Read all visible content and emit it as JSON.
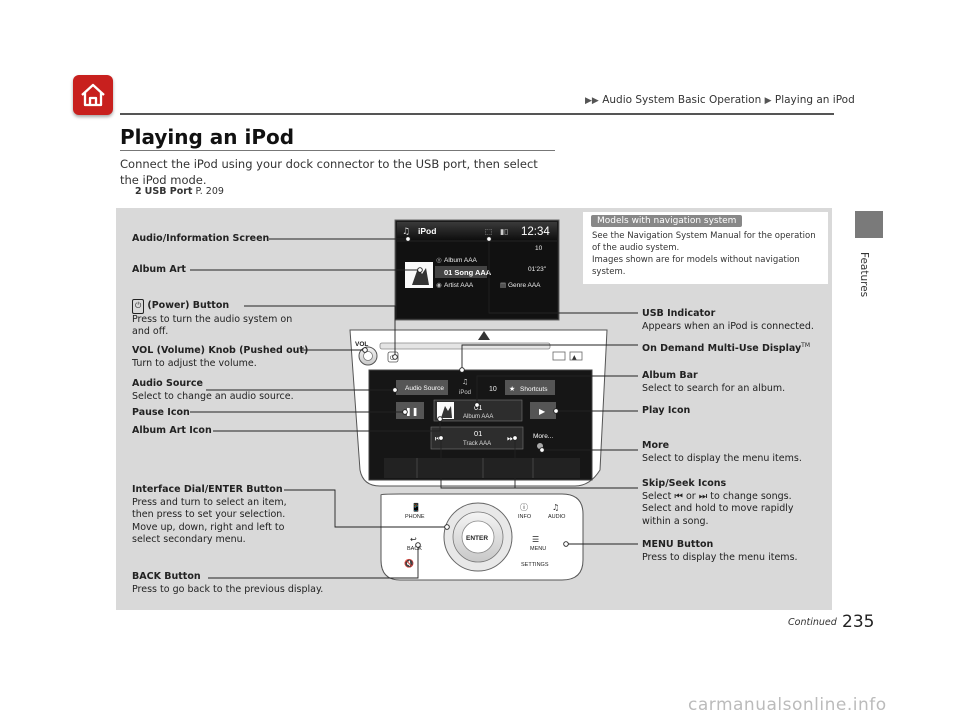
{
  "header": {
    "breadcrumb": [
      "Audio System Basic Operation",
      "Playing an iPod"
    ],
    "section_tab_label": "Features"
  },
  "page": {
    "title": "Playing an iPod",
    "intro": "Connect the iPod using your dock connector to the USB port, then select the iPod mode.",
    "xref_icon": "2",
    "xref_label": "USB Port",
    "xref_page": "P. 209",
    "continued": "Continued",
    "page_number": "235"
  },
  "nav_note": {
    "badge": "Models with navigation system",
    "text": "See the Navigation System Manual for the operation of the audio system.",
    "text2": "Images shown are for models without navigation system."
  },
  "screen": {
    "mode": "iPod",
    "clock": "12:34",
    "album": "Album AAA",
    "song": "01 Song AAA",
    "artist": "Artist AAA",
    "count": "10",
    "time": "01'23\"",
    "genre": "Genre AAA"
  },
  "console": {
    "vol": "VOL",
    "audio_source_btn": "Audio Source",
    "ipod_small": "iPod",
    "shortcuts_btn": "Shortcuts",
    "count": "10",
    "album_num": "01",
    "album_name": "Album AAA",
    "track_num": "01",
    "track_name": "Track AAA",
    "more_btn": "More...",
    "phone": "PHONE",
    "info": "INFO",
    "audio": "AUDIO",
    "enter": "ENTER",
    "back": "BACK",
    "menu": "MENU",
    "settings": "SETTINGS"
  },
  "labels_left": {
    "audio_info_screen": "Audio/Information Screen",
    "album_art": "Album Art",
    "power_title": "(Power) Button",
    "power_desc1": "Press to turn the audio system on",
    "power_desc2": "and off.",
    "vol_title": "VOL (Volume) Knob (Pushed out)",
    "vol_desc": "Turn to adjust the volume.",
    "audio_source_title": "Audio Source",
    "audio_source_desc": "Select to change an audio source.",
    "pause_icon": "Pause Icon",
    "album_art_icon": "Album Art Icon",
    "dial_title": "Interface Dial/ENTER Button",
    "dial_desc1": "Press and turn to select an item,",
    "dial_desc2": "then press to set your selection.",
    "dial_desc3": "Move up, down, right and left to",
    "dial_desc4": "select secondary menu.",
    "back_title": "BACK Button",
    "back_desc": "Press to go back to the previous display."
  },
  "labels_right": {
    "usb_title": "USB Indicator",
    "usb_desc": "Appears when an iPod is connected.",
    "ondemand_title": "On Demand Multi-Use Display",
    "ondemand_tm": "TM",
    "album_bar_title": "Album Bar",
    "album_bar_desc": "Select to search for an album.",
    "play_icon": "Play Icon",
    "more_title": "More",
    "more_desc": "Select to display the menu items.",
    "skip_title": "Skip/Seek Icons",
    "skip_desc1a": "Select",
    "skip_desc1b": "or",
    "skip_desc1c": "to change songs.",
    "skip_desc2": "Select and hold to move rapidly",
    "skip_desc3": "within a song.",
    "menu_title": "MENU Button",
    "menu_desc": "Press to display the menu items."
  },
  "watermark": "carmanualsonline.info"
}
